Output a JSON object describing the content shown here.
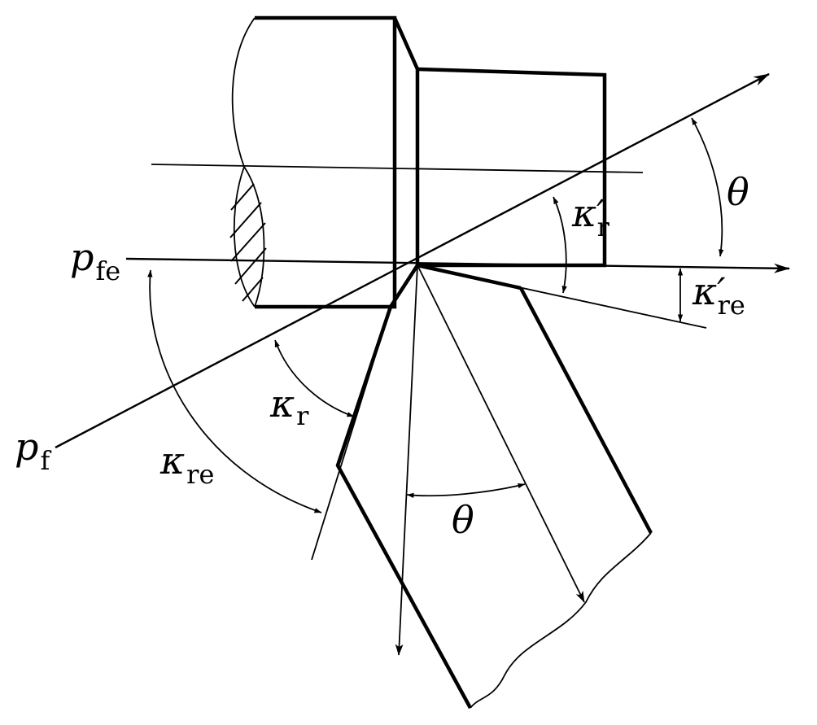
{
  "labels": {
    "p_fe": {
      "main": "p",
      "sub": "fe"
    },
    "p_f": {
      "main": "p",
      "sub": "f"
    },
    "kappa_r": {
      "main": "κ",
      "sub": "r"
    },
    "kappa_re": {
      "main": "κ",
      "sub": "re"
    },
    "kappa_r_prime": {
      "main": "κ′",
      "sub": "r"
    },
    "kappa_re_prime": {
      "main": "κ′",
      "sub": "re"
    },
    "theta_upper": "θ",
    "theta_lower": "θ"
  }
}
